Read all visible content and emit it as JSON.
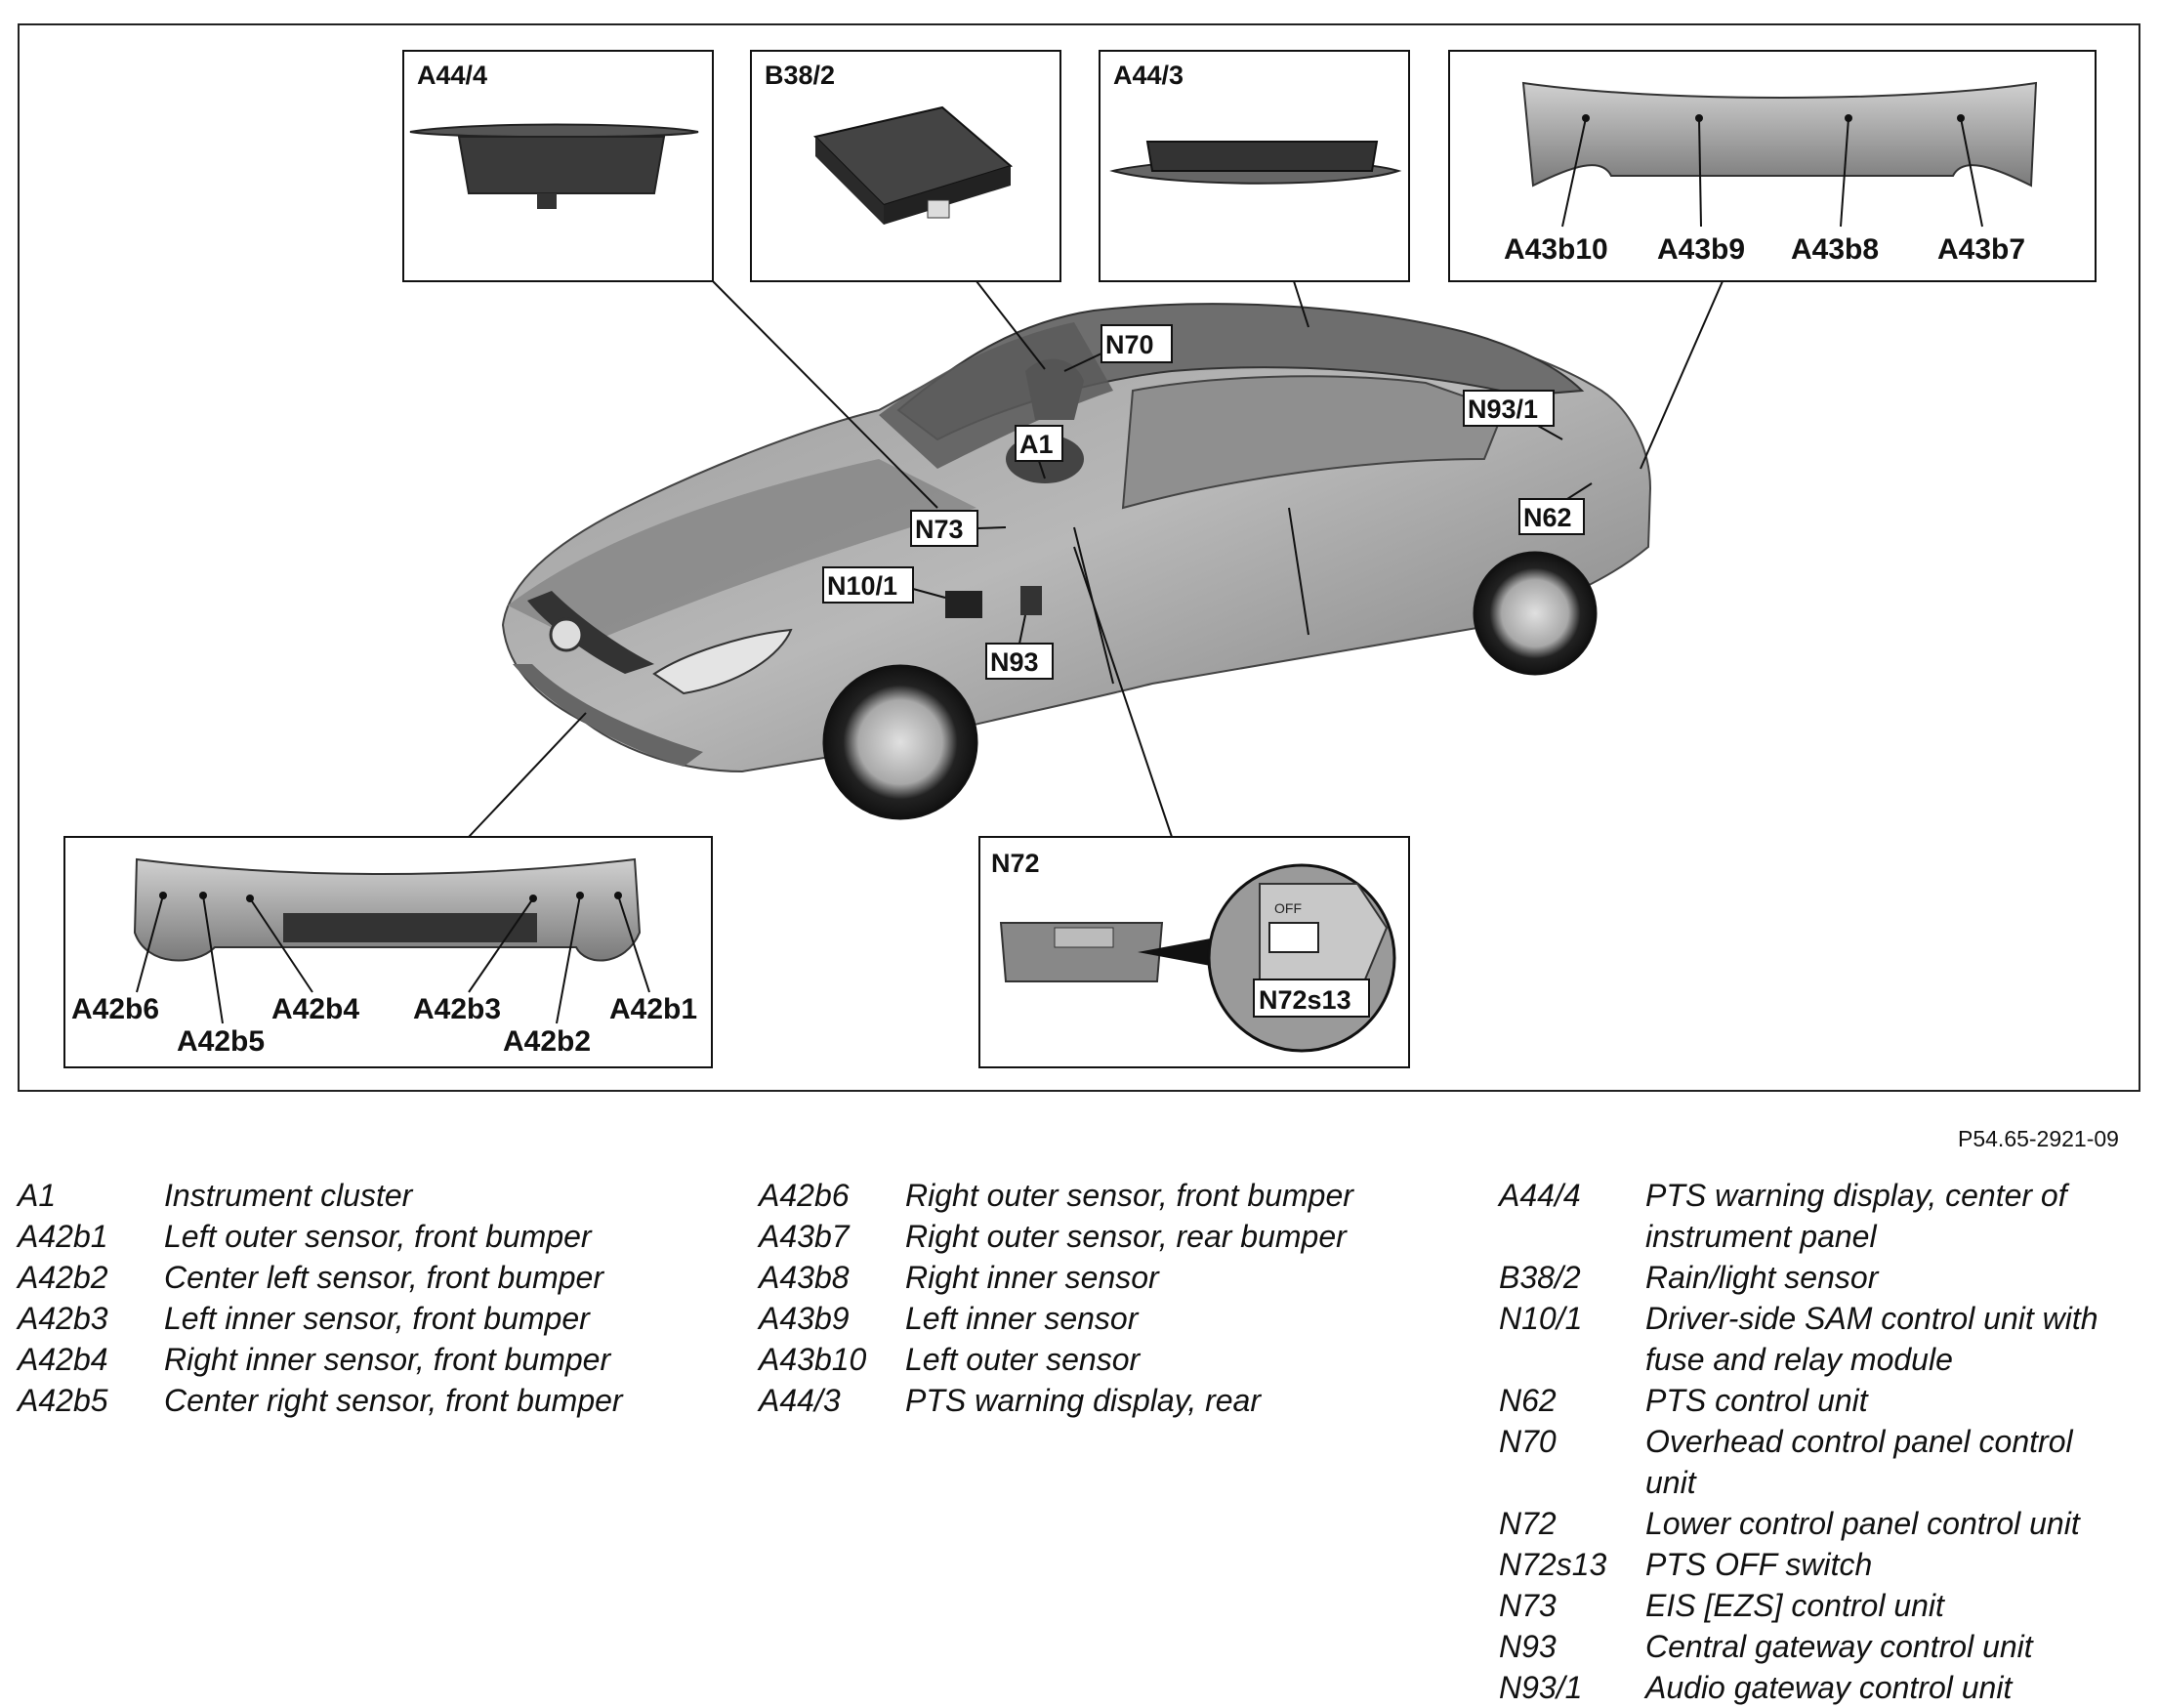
{
  "boxes": {
    "a44_4": "A44/4",
    "b38_2": "B38/2",
    "a44_3": "A44/3",
    "n72": "N72"
  },
  "callouts": {
    "n70": "N70",
    "a1": "A1",
    "n73": "N73",
    "n10_1": "N10/1",
    "n93": "N93",
    "n93_1": "N93/1",
    "n62": "N62",
    "n72s13": "N72s13"
  },
  "rear_bumper_labels": [
    "A43b10",
    "A43b9",
    "A43b8",
    "A43b7"
  ],
  "front_bumper_labels": {
    "b6": "A42b6",
    "b5": "A42b5",
    "b4": "A42b4",
    "b3": "A42b3",
    "b2": "A42b2",
    "b1": "A42b1"
  },
  "switch_text": "OFF",
  "reference": "P54.65-2921-09",
  "legend": {
    "col1": [
      {
        "code": "A1",
        "desc": "Instrument cluster"
      },
      {
        "code": "A42b1",
        "desc": "Left outer sensor, front bumper"
      },
      {
        "code": "A42b2",
        "desc": "Center left sensor, front bumper"
      },
      {
        "code": "A42b3",
        "desc": "Left inner sensor, front bumper"
      },
      {
        "code": "A42b4",
        "desc": "Right inner sensor, front bumper"
      },
      {
        "code": "A42b5",
        "desc": "Center right sensor, front bumper"
      }
    ],
    "col2": [
      {
        "code": "A42b6",
        "desc": "Right outer sensor, front bumper"
      },
      {
        "code": "A43b7",
        "desc": "Right outer sensor, rear bumper"
      },
      {
        "code": "A43b8",
        "desc": "Right inner sensor"
      },
      {
        "code": "A43b9",
        "desc": "Left inner sensor"
      },
      {
        "code": "A43b10",
        "desc": "Left outer sensor"
      },
      {
        "code": "A44/3",
        "desc": "PTS warning display, rear"
      }
    ],
    "col3": [
      {
        "code": "A44/4",
        "desc": "PTS warning display, center of",
        "desc2": "instrument panel"
      },
      {
        "code": "B38/2",
        "desc": "Rain/light sensor"
      },
      {
        "code": "N10/1",
        "desc": "Driver-side SAM control unit with",
        "desc2": "fuse and relay module"
      },
      {
        "code": "N62",
        "desc": "PTS control unit"
      },
      {
        "code": "N70",
        "desc": "Overhead control panel control",
        "desc2": "unit"
      },
      {
        "code": "N72",
        "desc": "Lower control panel control unit"
      },
      {
        "code": "N72s13",
        "desc": "PTS OFF switch"
      },
      {
        "code": "N73",
        "desc": "EIS [EZS] control unit"
      },
      {
        "code": "N93",
        "desc": "Central gateway control unit"
      },
      {
        "code": "N93/1",
        "desc": "Audio gateway control unit"
      }
    ]
  }
}
